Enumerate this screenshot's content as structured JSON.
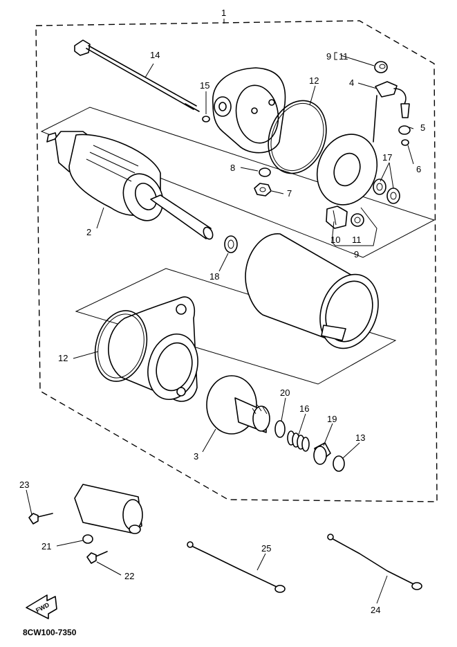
{
  "labels": {
    "l1": "1",
    "l2": "2",
    "l3": "3",
    "l4": "4",
    "l5": "5",
    "l6": "6",
    "l7": "7",
    "l8": "8",
    "l9a": "9",
    "l11a": "11",
    "l9b": "9",
    "l10": "10",
    "l11b": "11",
    "l12a": "12",
    "l12b": "12",
    "l13": "13",
    "l14": "14",
    "l15": "15",
    "l16": "16",
    "l17": "17",
    "l18": "18",
    "l19": "19",
    "l20": "20",
    "l21": "21",
    "l22": "22",
    "l23": "23",
    "l24": "24",
    "l25": "25"
  },
  "fwd_label": "FWD",
  "diagram_code": "8CW100-7350"
}
